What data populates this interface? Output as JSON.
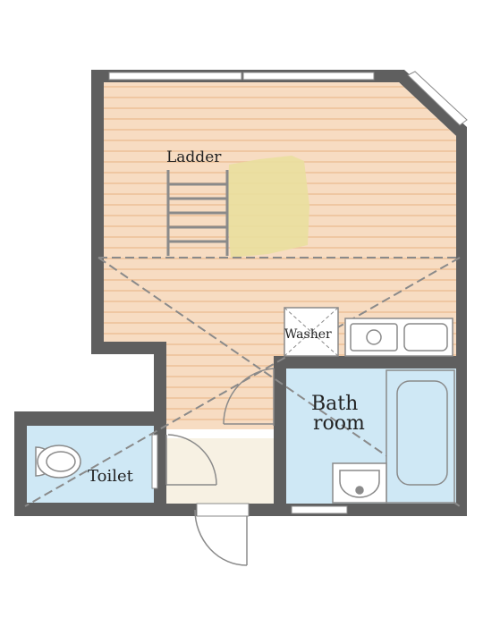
{
  "labels": {
    "ladder": "Ladder",
    "washer": "Washer",
    "bath_line1": "Bath",
    "bath_line2": "room",
    "toilet": "Toilet"
  },
  "colors": {
    "wall": "#5f5f5f",
    "floor_wood": "#f7dcc2",
    "floor_stripe": "#efc7a2",
    "loft_marker": "#e9df9e",
    "wet_room": "#cfe8f5",
    "entry_floor": "#f7f1e3",
    "fixture_line": "#8a8a8a",
    "dashed_line": "#8a8a8a"
  },
  "icons": {
    "sink": "kitchen-sink-icon",
    "washbasin": "washbasin-icon",
    "bathtub": "bathtub-icon",
    "toilet": "toilet-icon",
    "ladder": "ladder-icon"
  }
}
